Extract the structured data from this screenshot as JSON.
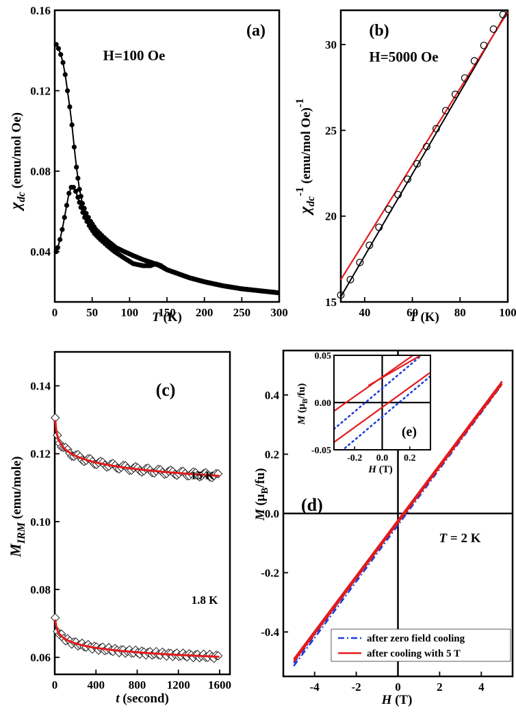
{
  "chart_data": [
    {
      "panel": "(a)",
      "type": "scatter",
      "annotation": "H=100 Oe",
      "xlabel_italic": "T",
      "xlabel_rest": " (K)",
      "ylabel_sym": "χ",
      "ylabel_sub": "dc",
      "ylabel_rest": " (emu/mol Oe)",
      "xlim": [
        0,
        300
      ],
      "ylim": [
        0.015,
        0.16
      ],
      "xticks": [
        0,
        50,
        100,
        150,
        200,
        250,
        300
      ],
      "xtick_labels": [
        "0",
        "50",
        "100",
        "150",
        "200",
        "250",
        "300"
      ],
      "yticks": [
        0.04,
        0.08,
        0.12,
        0.16
      ],
      "ytick_labels": [
        "0.04",
        "0.08",
        "0.12",
        "0.16"
      ],
      "series": [
        {
          "x": [
            2,
            5,
            8,
            11,
            14,
            17,
            20,
            23,
            26,
            29,
            33,
            37,
            42,
            48,
            55,
            63,
            72,
            82,
            93,
            105,
            118,
            130,
            140,
            150,
            165,
            180,
            200,
            225,
            250,
            275,
            300
          ],
          "y": [
            0.143,
            0.141,
            0.138,
            0.134,
            0.128,
            0.12,
            0.112,
            0.103,
            0.092,
            0.082,
            0.071,
            0.064,
            0.059,
            0.055,
            0.051,
            0.048,
            0.045,
            0.042,
            0.04,
            0.038,
            0.036,
            0.0345,
            0.033,
            0.031,
            0.029,
            0.027,
            0.025,
            0.023,
            0.0215,
            0.0205,
            0.0195
          ]
        },
        {
          "x": [
            2,
            4,
            7,
            10,
            13,
            16,
            19,
            22,
            25,
            28,
            31,
            35,
            40,
            46,
            53,
            61,
            70,
            80,
            92,
            105,
            118,
            128,
            135,
            142,
            150,
            165,
            180,
            200,
            225,
            250,
            275,
            300
          ],
          "y": [
            0.04,
            0.042,
            0.046,
            0.051,
            0.057,
            0.063,
            0.069,
            0.072,
            0.072,
            0.07,
            0.067,
            0.062,
            0.057,
            0.053,
            0.049,
            0.046,
            0.043,
            0.04,
            0.037,
            0.034,
            0.033,
            0.033,
            0.034,
            0.033,
            0.031,
            0.029,
            0.027,
            0.025,
            0.023,
            0.0215,
            0.0205,
            0.0195
          ]
        }
      ]
    },
    {
      "panel": "(b)",
      "type": "scatter",
      "annotation": "H=5000 Oe",
      "xlabel_italic": "T",
      "xlabel_rest": " (K)",
      "ylabel_sym": "χ",
      "ylabel_sub": "dc",
      "ylabel_sup": "-1",
      "ylabel_rest": " (emu/mol Oe)",
      "ylabel_sup2": "-1",
      "xlim": [
        30,
        100
      ],
      "ylim": [
        15,
        32
      ],
      "xticks": [
        40,
        60,
        80,
        100
      ],
      "xtick_labels": [
        "40",
        "60",
        "80",
        "100"
      ],
      "yticks": [
        15,
        20,
        25,
        30
      ],
      "ytick_labels": [
        "15",
        "20",
        "25",
        "30"
      ],
      "series": [
        {
          "type": "scatter",
          "x": [
            30,
            34,
            38,
            42,
            46,
            50,
            54,
            58,
            62,
            66,
            70,
            74,
            78,
            82,
            86,
            90,
            94,
            98
          ],
          "y": [
            15.4,
            16.3,
            17.3,
            18.3,
            19.35,
            20.4,
            21.25,
            22.15,
            23.05,
            24.05,
            25.1,
            26.15,
            27.1,
            28.05,
            29.05,
            29.95,
            30.9,
            31.75
          ]
        },
        {
          "type": "line",
          "x": [
            30,
            100
          ],
          "y": [
            15.3,
            32.0
          ]
        },
        {
          "type": "line",
          "color": "#e31a1c",
          "x": [
            30,
            100
          ],
          "y": [
            16.3,
            31.9
          ]
        }
      ]
    },
    {
      "panel": "(c)",
      "type": "scatter",
      "xlabel_italic": "t",
      "xlabel_rest": " (second)",
      "ylabel_sym": "M",
      "ylabel_sub": "IRM",
      "ylabel_rest": " (emu/mole)",
      "xlim": [
        0,
        1700
      ],
      "ylim": [
        0.055,
        0.15
      ],
      "xticks": [
        0,
        400,
        800,
        1200,
        1600
      ],
      "xtick_labels": [
        "0",
        "400",
        "800",
        "1200",
        "1600"
      ],
      "yticks": [
        0.06,
        0.08,
        0.1,
        0.12,
        0.14
      ],
      "ytick_labels": [
        "0.06",
        "0.08",
        "0.10",
        "0.12",
        "0.14"
      ],
      "series": [
        {
          "name": "15 K",
          "a": 0.1345,
          "b": -0.00285,
          "t0": 5,
          "t1": 1600,
          "fit_color": "#e31a1c"
        },
        {
          "name": "1.8 K",
          "a": 0.0742,
          "b": -0.0019,
          "t0": 5,
          "t1": 1600,
          "fit_color": "#e31a1c"
        }
      ]
    },
    {
      "panel": "(d)",
      "type": "line",
      "annotation_italic": "T",
      "annotation_rest": " = 2 K",
      "xlabel_italic": "H",
      "xlabel_rest": " (T)",
      "ylabel_sym": "M",
      "ylabel_open": " (μ",
      "ylabel_sub": "B",
      "ylabel_rest": "/fu)",
      "xlim": [
        -5.5,
        5.5
      ],
      "ylim": [
        -0.55,
        0.55
      ],
      "xticks": [
        -4,
        -2,
        0,
        2,
        4
      ],
      "xtick_labels": [
        "-4",
        "-2",
        "0",
        "2",
        "4"
      ],
      "yticks": [
        -0.4,
        -0.2,
        0.0,
        0.2,
        0.4
      ],
      "ytick_labels": [
        "-0.4",
        "-0.2",
        "0.0",
        "0.2",
        "0.4"
      ],
      "legend": [
        "after zero field cooling",
        "after cooling with 5 T"
      ],
      "series": [
        {
          "name": "after zero field cooling",
          "color": "#1f3fd6",
          "style": "dash-dot",
          "x": [
            -5,
            5
          ],
          "y_upper": [
            -0.505,
            0.443
          ],
          "y_lower": [
            -0.515,
            0.436
          ]
        },
        {
          "name": "after cooling with 5 T",
          "color": "#e31a1c",
          "style": "solid",
          "x": [
            -5,
            5
          ],
          "y_upper": [
            -0.492,
            0.446
          ],
          "y_lower": [
            -0.5,
            0.438
          ]
        }
      ]
    },
    {
      "panel": "(e)",
      "type": "line",
      "xlabel_italic": "H",
      "xlabel_rest": " (T)",
      "ylabel_sym": "M",
      "ylabel_open": " (μ",
      "ylabel_sub": "B",
      "ylabel_rest": "/fu)",
      "xlim": [
        -0.35,
        0.35
      ],
      "ylim": [
        -0.05,
        0.05
      ],
      "xticks": [
        -0.2,
        0.0,
        0.2
      ],
      "xtick_labels": [
        "-0.2",
        "0.0",
        "0.2"
      ],
      "yticks": [
        -0.05,
        0.0,
        0.05
      ],
      "ytick_labels": [
        "-0.05",
        "0.00",
        "0.05"
      ],
      "series": [
        {
          "name": "after zero field cooling",
          "color": "#1f3fd6",
          "style": "dotted",
          "lines": [
            {
              "x": [
                -0.35,
                0.35
              ],
              "y": [
                -0.028,
                0.058
              ]
            },
            {
              "x": [
                -0.35,
                0.35
              ],
              "y": [
                -0.058,
                0.028
              ]
            }
          ]
        },
        {
          "name": "after cooling with 5 T",
          "color": "#e31a1c",
          "style": "solid",
          "lines": [
            {
              "x": [
                -0.35,
                0.35
              ],
              "y": [
                -0.009,
                0.063
              ]
            },
            {
              "x": [
                -0.35,
                0.35
              ],
              "y": [
                -0.042,
                0.032
              ]
            },
            {
              "x": [
                -0.1,
                0.35
              ],
              "y": [
                0.018,
                0.056
              ]
            }
          ]
        }
      ]
    }
  ]
}
